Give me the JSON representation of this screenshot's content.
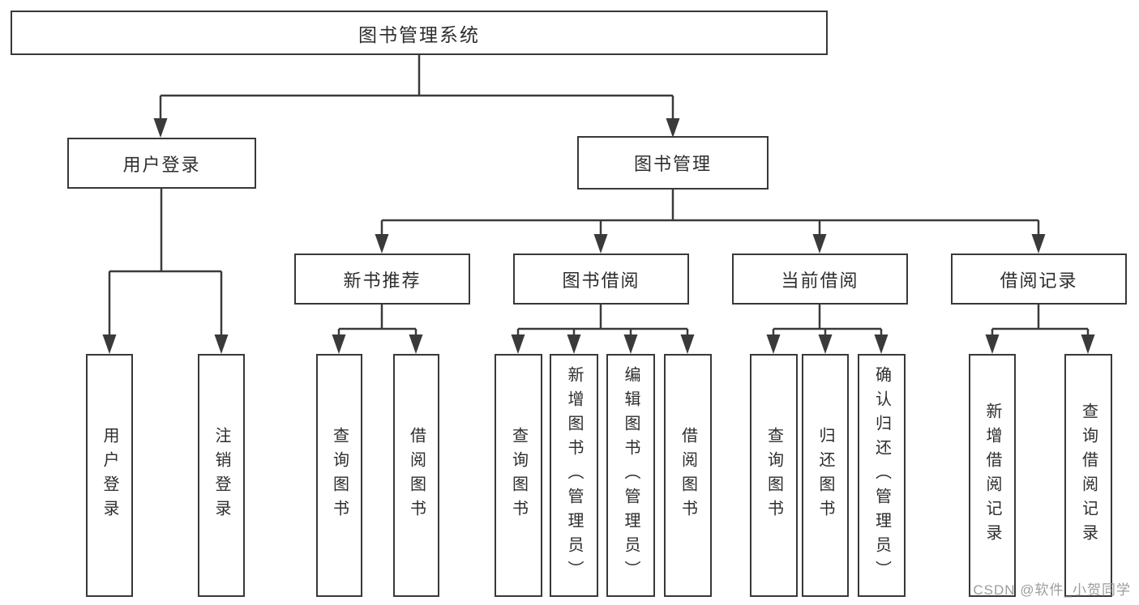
{
  "colors": {
    "bg": "#ffffff",
    "line": "#3a3a3a",
    "boxborder": "#383838",
    "text": "#2d2d2d",
    "watermark": "#9c9c9c"
  },
  "tree": {
    "root": {
      "label": "图书管理系统"
    },
    "level2": [
      {
        "label": "用户登录",
        "leaves": [
          "用户登录",
          "注销登录"
        ]
      },
      {
        "label": "图书管理",
        "children": [
          {
            "label": "新书推荐",
            "leaves": [
              "查询图书",
              "借阅图书"
            ]
          },
          {
            "label": "图书借阅",
            "leaves": [
              "查询图书",
              "新增图书（管理员）",
              "编辑图书（管理员）",
              "借阅图书"
            ]
          },
          {
            "label": "当前借阅",
            "leaves": [
              "查询图书",
              "归还图书",
              "确认归还（管理员）"
            ]
          },
          {
            "label": "借阅记录",
            "leaves": [
              "新增借阅记录",
              "查询借阅记录"
            ]
          }
        ]
      }
    ]
  },
  "watermark": {
    "text": "CSDN @软件_小贺同学"
  }
}
